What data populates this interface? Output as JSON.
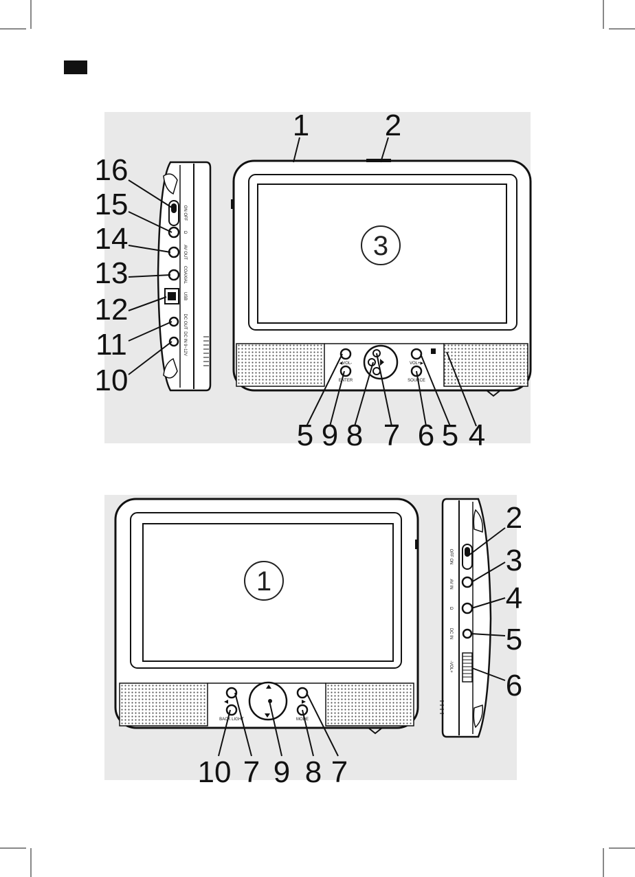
{
  "diagram": {
    "top": {
      "screen_number": "3",
      "callouts": [
        "1",
        "2",
        "16",
        "15",
        "14",
        "13",
        "12",
        "11",
        "10",
        "5",
        "9",
        "8",
        "7",
        "6",
        "5",
        "4"
      ],
      "button_labels": {
        "vol_minus": "◀VOL-",
        "enter": "ENTER",
        "vol_plus": "VOL+▶",
        "source": "SOURCE"
      },
      "side_labels": [
        "ON OFF",
        "Ω",
        "AV OUT",
        "COAXIAL",
        "USB",
        "DC OUT",
        "DC IN 9~12V"
      ]
    },
    "bottom": {
      "screen_number": "1",
      "callouts": [
        "10",
        "7",
        "9",
        "8",
        "7",
        "2",
        "3",
        "4",
        "5",
        "6"
      ],
      "button_labels": {
        "backlight": "BACK LIGHT",
        "mode": "MODE"
      },
      "side_labels": [
        "OFF ON",
        "AV IN",
        "Ω",
        "DC IN",
        "-VOL+"
      ]
    }
  }
}
